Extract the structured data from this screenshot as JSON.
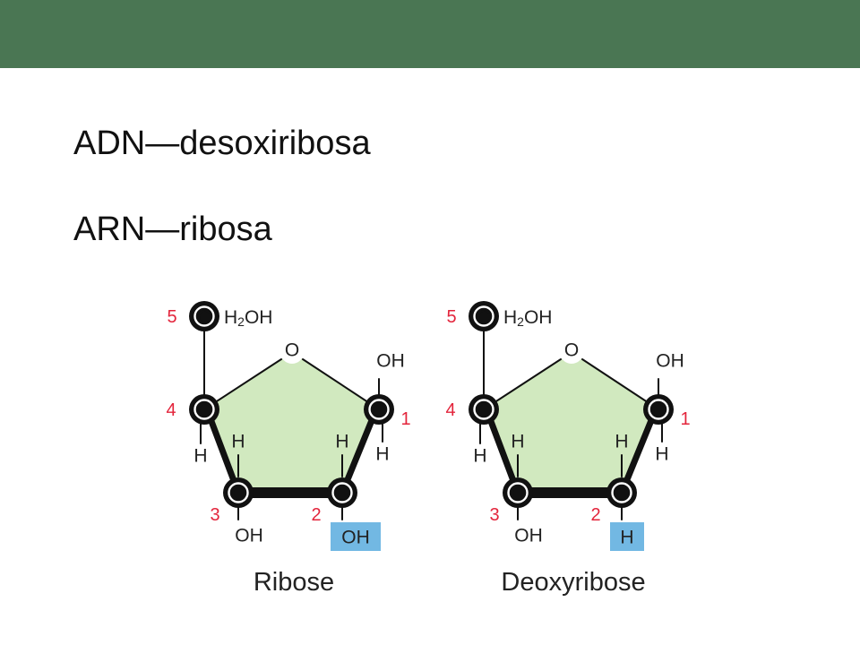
{
  "theme": {
    "header_color": "#4a7653",
    "ring_fill": "#d1e9bf",
    "highlight": "#72b8e3",
    "number_color": "#e3243b",
    "atom_color": "#111111"
  },
  "slide": {
    "bullets": [
      {
        "text": "ADN—desoxiribosa"
      },
      {
        "text": "ARN—ribosa"
      }
    ]
  },
  "figure": {
    "atoms": {
      "carbon": "C",
      "oxygen": "O",
      "hydrogen": "H",
      "hydroxyl": "OH",
      "ch2oh_prefix": "H",
      "ch2oh_sub": "2",
      "ch2oh_suffix": "OH"
    },
    "numbers": [
      "1",
      "2",
      "3",
      "4",
      "5"
    ],
    "sugars": [
      {
        "name": "Ribose",
        "c2_group": "OH"
      },
      {
        "name": "Deoxyribose",
        "c2_group": "H"
      }
    ]
  }
}
